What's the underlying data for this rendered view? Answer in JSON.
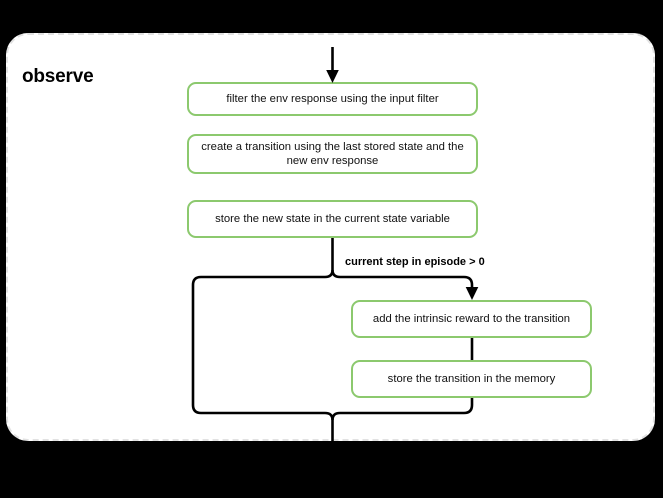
{
  "diagram": {
    "scope": {
      "title": "observe",
      "border_style": "dashed",
      "border_color": "#e2e2e2",
      "background": "#ffffff"
    },
    "canvas_background": "#000000",
    "node_accent_color": "#8cc96e",
    "connector_color": "#000000",
    "nodes": [
      {
        "id": "n1",
        "label": "filter the env response using the input filter"
      },
      {
        "id": "n2",
        "label": "create a transition using the last stored state and the new env response"
      },
      {
        "id": "n3",
        "label": "store the new state in the current state variable"
      },
      {
        "id": "n4",
        "label": "add the intrinsic reward to the transition"
      },
      {
        "id": "n5",
        "label": "store the transition in the memory"
      }
    ],
    "conditions": [
      {
        "id": "c1",
        "label": "current step in episode > 0"
      }
    ],
    "icons": {
      "entry_arrow": "arrow-down-icon",
      "branch_arrow": "arrow-down-icon"
    }
  }
}
